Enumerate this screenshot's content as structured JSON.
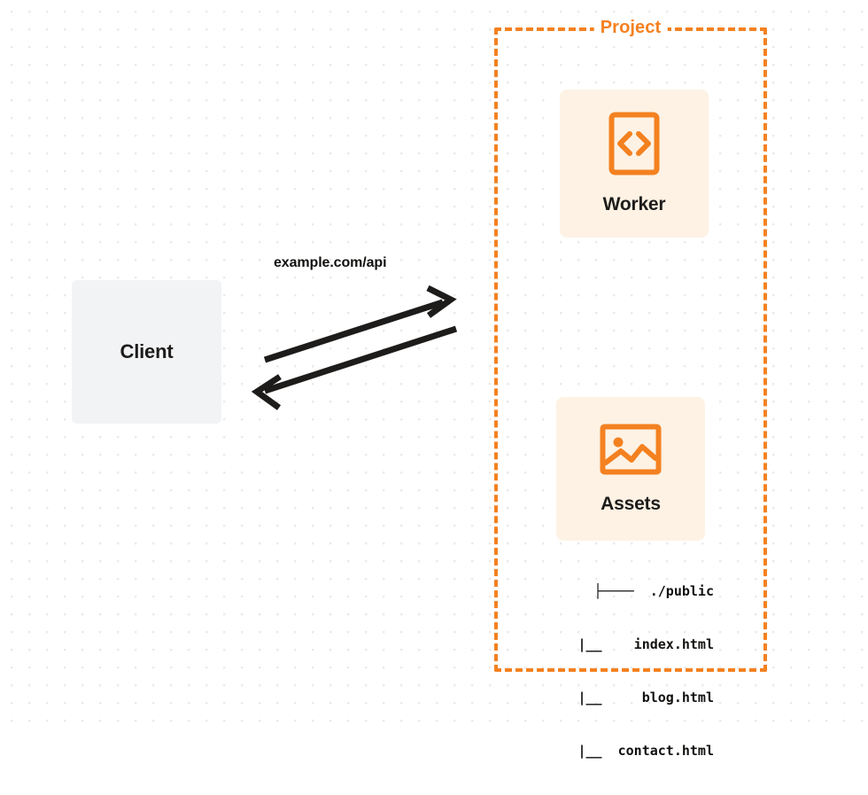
{
  "diagram": {
    "client": {
      "label": "Client"
    },
    "connection": {
      "label": "example.com/api",
      "request_direction": "client-to-project",
      "response_direction": "project-to-client"
    },
    "project": {
      "title": "Project",
      "accent_color": "#f48120",
      "border_style": "dashed",
      "services": [
        {
          "id": "worker",
          "label": "Worker",
          "icon": "code-brackets-icon"
        },
        {
          "id": "assets",
          "label": "Assets",
          "icon": "image-icon"
        }
      ],
      "file_tree": {
        "rows": [
          "├────  ./public",
          "   |__    index.html",
          "   |__     blog.html",
          "   |__  contact.html"
        ]
      }
    }
  },
  "colors": {
    "accent": "#f48120",
    "card_background": "#fdf2e4",
    "client_background": "#f2f3f4",
    "text": "#1d1c1b",
    "dot_grid": "#e9eaec",
    "arrow": "#1d1c1b"
  }
}
